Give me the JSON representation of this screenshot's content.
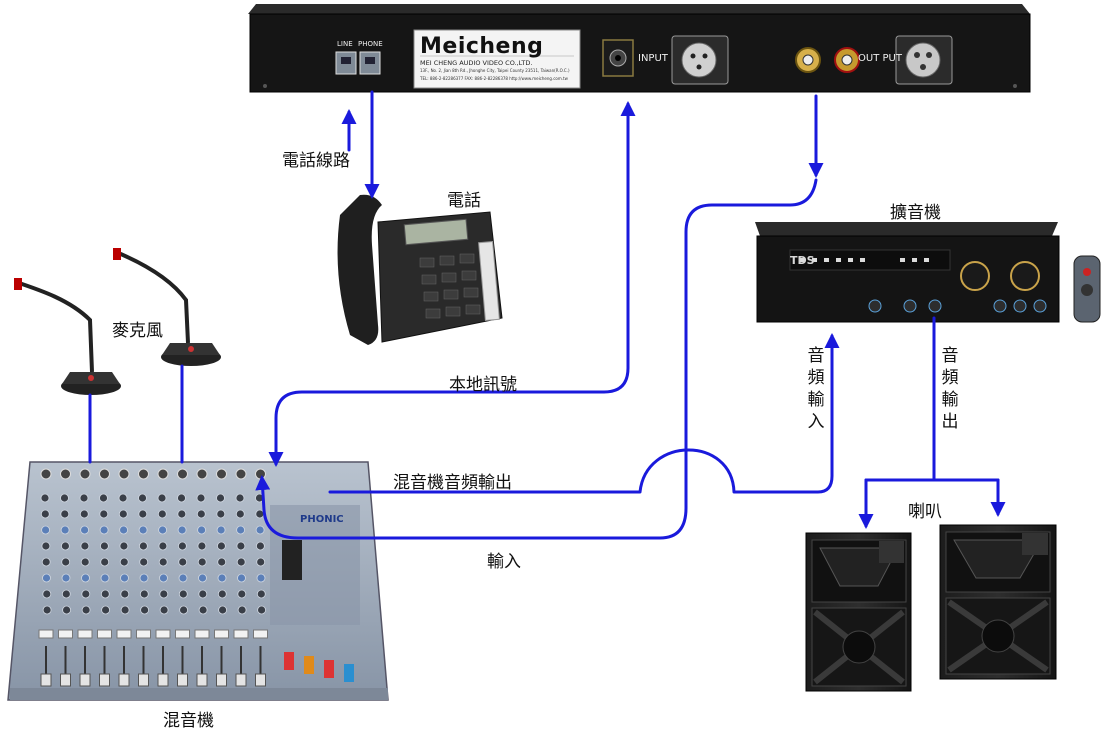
{
  "device": {
    "brand": "Meicheng",
    "company": "MEI CHENG AUDIO VIDEO CO.,LTD.",
    "address": "13F., No. 2, Jian 8th Rd., Jhonghe City, Taipei County 23511, Taiwan(R.O.C.)",
    "contact": "TEL: 886-2-82286377  FAX: 886-2-82286378  http://www.meicheng.com.tw",
    "port_line": "LINE",
    "port_phone": "PHONE",
    "port_input": "INPUT",
    "port_output": "OUT PUT"
  },
  "labels": {
    "phone_line": "電話線路",
    "phone": "電話",
    "microphones": "麥克風",
    "local_signal": "本地訊號",
    "mixer_audio_out": "混音機音頻輸出",
    "input": "輸入",
    "mixer": "混音機",
    "amplifier": "擴音機",
    "audio_in": "音頻輸入",
    "audio_out": "音頻輸出",
    "speakers": "喇叭"
  },
  "mixer": {
    "brand": "PHONIC"
  },
  "amplifier": {
    "brand": "TDS"
  },
  "colors": {
    "wire": "#1a1adc",
    "device": "#141414",
    "mixer_body": "#9aa6b6"
  }
}
